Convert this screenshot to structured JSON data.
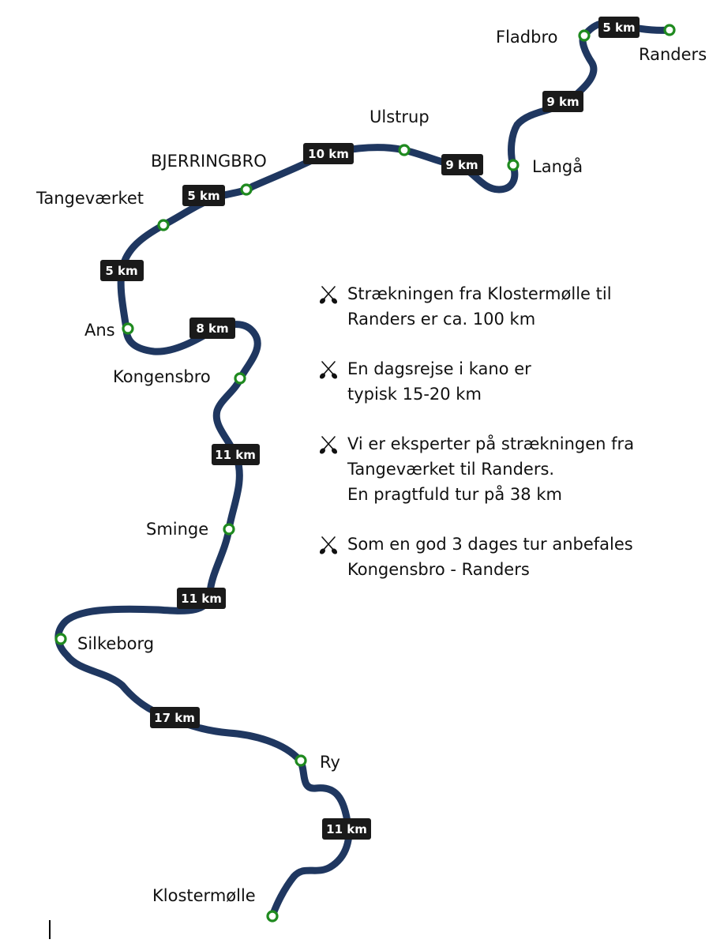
{
  "map": {
    "river_color": "#1f3760",
    "stop_color": "#1f8a1f",
    "places": [
      {
        "id": "randers",
        "name": "Randers"
      },
      {
        "id": "fladbro",
        "name": "Fladbro"
      },
      {
        "id": "langaa",
        "name": "Langå"
      },
      {
        "id": "ulstrup",
        "name": "Ulstrup"
      },
      {
        "id": "bjerringbro",
        "name": "BJERRINGBRO"
      },
      {
        "id": "tangevaerket",
        "name": "Tangeværket"
      },
      {
        "id": "ans",
        "name": "Ans"
      },
      {
        "id": "kongensbro",
        "name": "Kongensbro"
      },
      {
        "id": "sminge",
        "name": "Sminge"
      },
      {
        "id": "silkeborg",
        "name": "Silkeborg"
      },
      {
        "id": "ry",
        "name": "Ry"
      },
      {
        "id": "klostermoelle",
        "name": "Klostermølle"
      }
    ],
    "distances": [
      {
        "id": "d1",
        "label": "5 km"
      },
      {
        "id": "d2",
        "label": "9 km"
      },
      {
        "id": "d3",
        "label": "9 km"
      },
      {
        "id": "d4",
        "label": "10 km"
      },
      {
        "id": "d5",
        "label": "5 km"
      },
      {
        "id": "d6",
        "label": "5 km"
      },
      {
        "id": "d7",
        "label": "8 km"
      },
      {
        "id": "d8",
        "label": "11 km"
      },
      {
        "id": "d9",
        "label": "11 km"
      },
      {
        "id": "d10",
        "label": "17 km"
      },
      {
        "id": "d11",
        "label": "11 km"
      }
    ]
  },
  "info": {
    "icon": "crossed-paddles-icon",
    "items": [
      {
        "lines": [
          "Strækningen fra Klostermølle til",
          "Randers er ca. 100 km"
        ]
      },
      {
        "lines": [
          "En dagsrejse i kano er",
          "typisk 15-20 km"
        ]
      },
      {
        "lines": [
          "Vi er eksperter på strækningen fra",
          "Tangeværket til Randers.",
          "En pragtfuld tur på 38 km"
        ]
      },
      {
        "lines": [
          "Som en god 3 dages tur anbefales",
          "Kongensbro - Randers"
        ]
      }
    ]
  }
}
